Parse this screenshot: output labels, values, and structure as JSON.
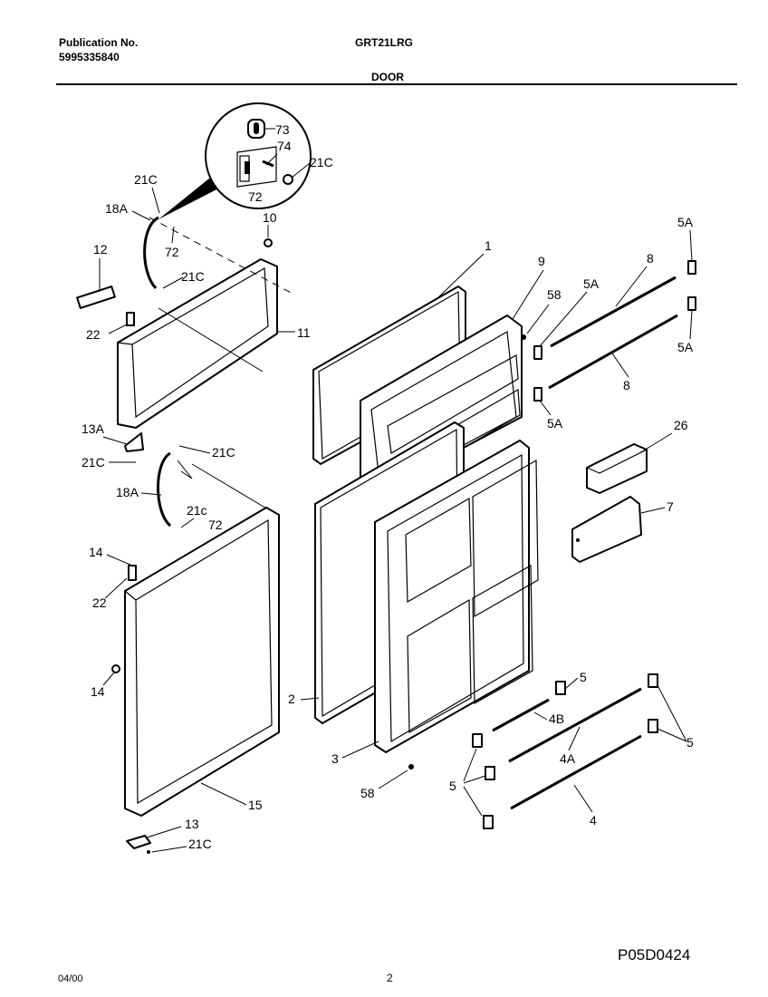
{
  "header": {
    "publication_label": "Publication No.",
    "publication_number": "5995335840",
    "model": "GRT21LRG",
    "section": "DOOR"
  },
  "footer": {
    "date": "04/00",
    "page": "2",
    "code": "P05D0424"
  },
  "callouts": {
    "c73": "73",
    "c74": "74",
    "c21c_detail": "21C",
    "c72_detail": "72",
    "c21c_top": "21C",
    "c18a_top": "18A",
    "c72_top": "72",
    "c10": "10",
    "c12": "12",
    "c21c_mid": "21C",
    "c22_top": "22",
    "c11": "11",
    "c13a": "13A",
    "c21c_13a": "21C",
    "c21c_lowhinge": "21C",
    "c18a_low": "18A",
    "c21c_lower": "21c",
    "c72_lower": "72",
    "c14_top": "14",
    "c22_low": "22",
    "c14_low": "14",
    "c15": "15",
    "c13": "13",
    "c21c_bottom": "21C",
    "c1": "1",
    "c9": "9",
    "c58_top": "58",
    "c5a_1": "5A",
    "c8_top": "8",
    "c5a_top": "5A",
    "c5a_right": "5A",
    "c8_low": "8",
    "c5a_low": "5A",
    "c26": "26",
    "c7": "7",
    "c2": "2",
    "c3": "3",
    "c58_low": "58",
    "c5_a": "5",
    "c4b": "4B",
    "c5_right": "5",
    "c4a": "4A",
    "c5_left": "5",
    "c4": "4"
  }
}
